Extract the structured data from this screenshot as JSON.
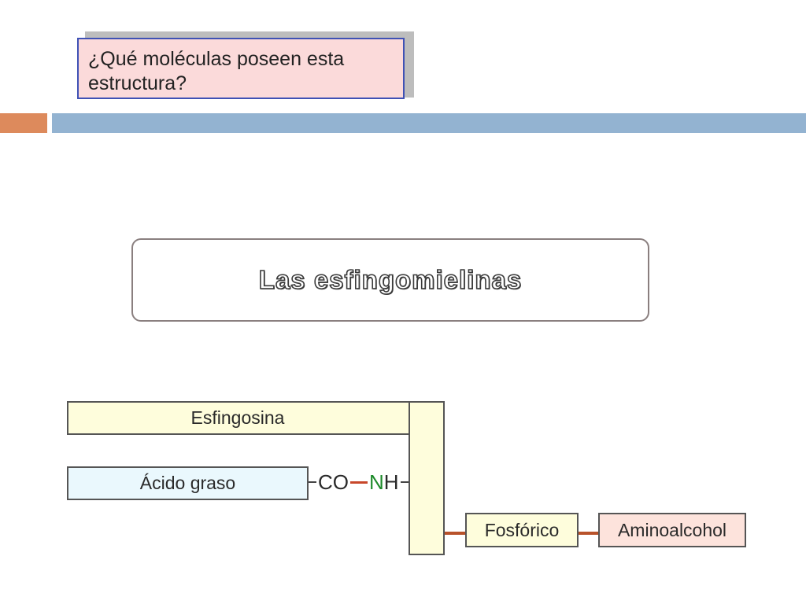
{
  "question": {
    "text": "¿Qué moléculas poseen esta estructura?"
  },
  "answer": {
    "text": "Las esfingomielinas"
  },
  "diagram": {
    "esfingosina": "Esfingosina",
    "acido_graso": "Ácido graso",
    "co": "CO",
    "n": "N",
    "h": "H",
    "fosforico": "Fosfórico",
    "aminoalcohol": "Aminoalcohol"
  },
  "colors": {
    "header_orange": "#dd8a5c",
    "header_blue": "#93b3d1",
    "question_bg": "#fbdada",
    "question_border": "#3f51b5",
    "link_red": "#b8522a",
    "nitrogen_green": "#1d8a2a"
  }
}
